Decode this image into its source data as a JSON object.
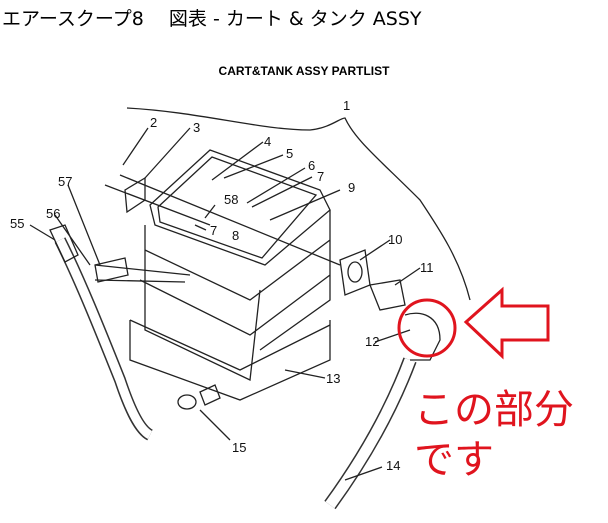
{
  "header": {
    "title": "エアースクープ8　 図表 - カート & タンク ASSY",
    "subtitle": "CART&TANK ASSY PARTLIST"
  },
  "diagram": {
    "part_labels": [
      "1",
      "2",
      "3",
      "4",
      "5",
      "6",
      "7",
      "9",
      "57",
      "58",
      "7",
      "8",
      "56",
      "55",
      "10",
      "11",
      "12",
      "13",
      "14",
      "15"
    ]
  },
  "annotation": {
    "line1": "この部分",
    "line2": "です",
    "color": "#e0141e"
  }
}
